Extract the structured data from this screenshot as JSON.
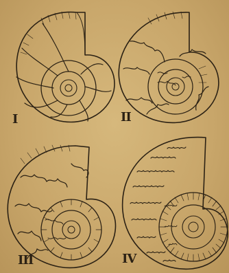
{
  "figures": [
    {
      "label": "I",
      "suture_type": "goniatitic"
    },
    {
      "label": "II",
      "suture_type": "ceratitic"
    },
    {
      "label": "III",
      "suture_type": "ammonitic"
    },
    {
      "label": "IV",
      "suture_type": "ammonitic-complex"
    }
  ],
  "colors": {
    "paper": "#c9a96b",
    "ink": "#2b2114"
  }
}
